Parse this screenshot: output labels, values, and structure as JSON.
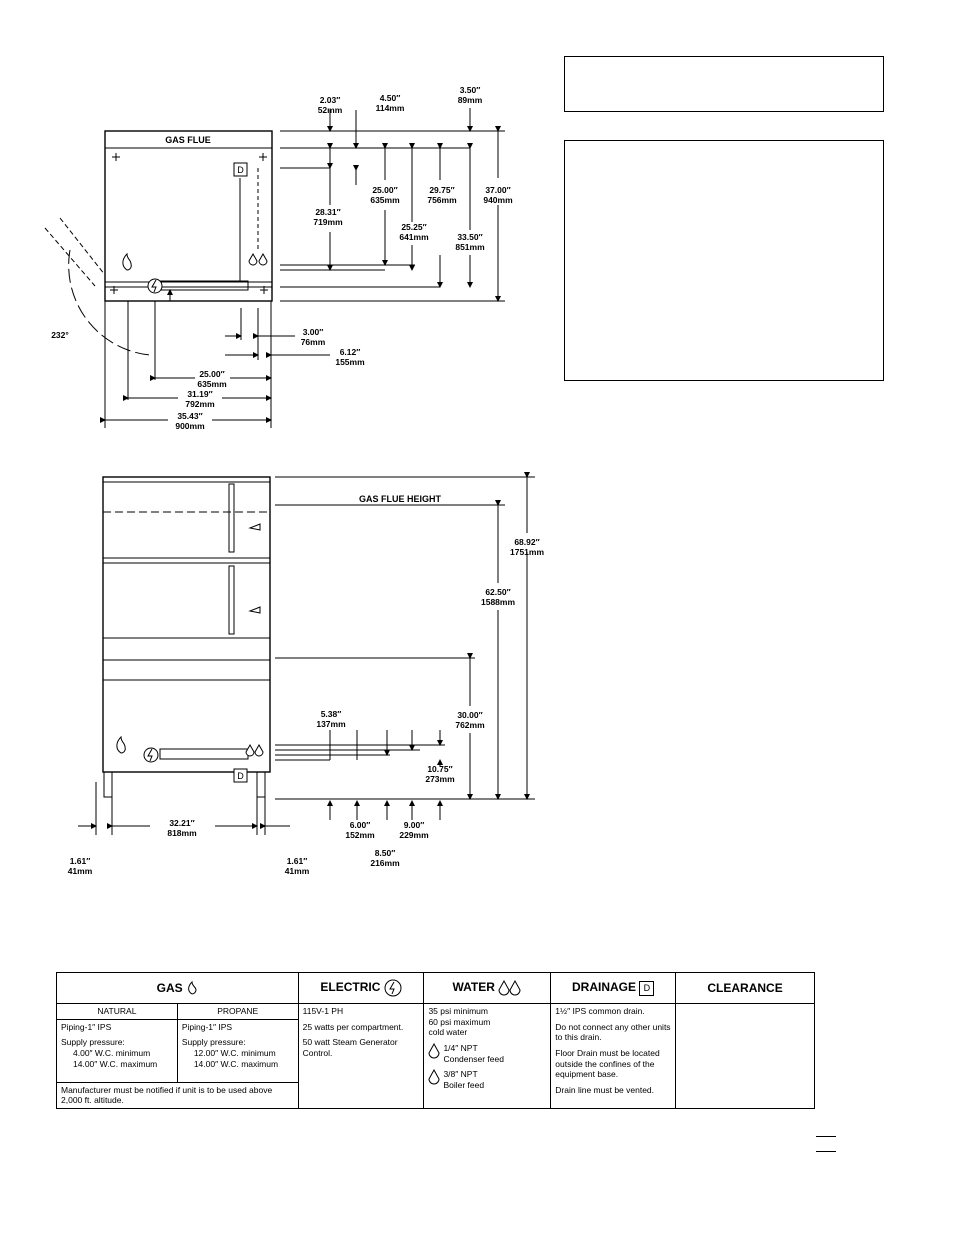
{
  "top_view": {
    "gas_flue_label": "GAS FLUE",
    "angle_label": "232°",
    "drain_symbol": "D",
    "dims": {
      "d_2_03": [
        "2.03″",
        "52mm"
      ],
      "d_4_50": [
        "4.50″",
        "114mm"
      ],
      "d_3_50": [
        "3.50″",
        "89mm"
      ],
      "d_25_00v": [
        "25.00″",
        "635mm"
      ],
      "d_29_75": [
        "29.75″",
        "756mm"
      ],
      "d_37_00": [
        "37.00″",
        "940mm"
      ],
      "d_28_31": [
        "28.31″",
        "719mm"
      ],
      "d_25_25": [
        "25.25″",
        "641mm"
      ],
      "d_33_50": [
        "33.50″",
        "851mm"
      ],
      "d_3_00": [
        "3.00″",
        "76mm"
      ],
      "d_6_12": [
        "6.12″",
        "155mm"
      ],
      "d_25_00h": [
        "25.00″",
        "635mm"
      ],
      "d_31_19": [
        "31.19″",
        "792mm"
      ],
      "d_35_43": [
        "35.43″",
        "900mm"
      ]
    }
  },
  "front_view": {
    "gas_flue_height_label": "GAS FLUE HEIGHT",
    "drain_symbol": "D",
    "dims": {
      "d_68_92": [
        "68.92″",
        "1751mm"
      ],
      "d_62_50": [
        "62.50″",
        "1588mm"
      ],
      "d_30_00": [
        "30.00″",
        "762mm"
      ],
      "d_5_38": [
        "5.38″",
        "137mm"
      ],
      "d_10_75": [
        "10.75″",
        "273mm"
      ],
      "d_6_00": [
        "6.00″",
        "152mm"
      ],
      "d_9_00": [
        "9.00″",
        "229mm"
      ],
      "d_8_50": [
        "8.50″",
        "216mm"
      ],
      "d_32_21": [
        "32.21″",
        "818mm"
      ],
      "d_1_61_left": [
        "1.61″",
        "41mm"
      ],
      "d_1_61_right": [
        "1.61″",
        "41mm"
      ]
    }
  },
  "spec_table": {
    "headers": {
      "gas": "GAS",
      "electric": "ELECTRIC",
      "water": "WATER",
      "drainage": "DRAINAGE",
      "clearance": "CLEARANCE"
    },
    "gas": {
      "natural_label": "NATURAL",
      "propane_label": "PROPANE",
      "natural": [
        "Piping-1″ IPS",
        "Supply pressure:",
        "4.00″ W.C. minimum",
        "14.00″ W.C. maximum"
      ],
      "propane": [
        "Piping-1″ IPS",
        "Supply pressure:",
        "12.00″ W.C. minimum",
        "14.00″ W.C. maximum"
      ],
      "note": "Manufacturer must be notified if unit is to be used above 2,000 ft. altitude."
    },
    "electric": [
      "115V-1 PH",
      "25 watts per compartment.",
      "50 watt Steam Generator Control."
    ],
    "water": {
      "lines": [
        "35 psi minimum",
        "60 psi maximum",
        "cold water"
      ],
      "c1": [
        "1/4″ NPT",
        "Condenser feed"
      ],
      "c2": [
        "3/8″ NPT",
        "Boiler feed"
      ]
    },
    "drainage": [
      "1½″ IPS common drain.",
      "Do not connect any other units to this drain.",
      "Floor Drain must be located outside the confines of the equipment base.",
      "Drain line must be vented."
    ],
    "drain_symbol": "D",
    "clearance": ""
  }
}
